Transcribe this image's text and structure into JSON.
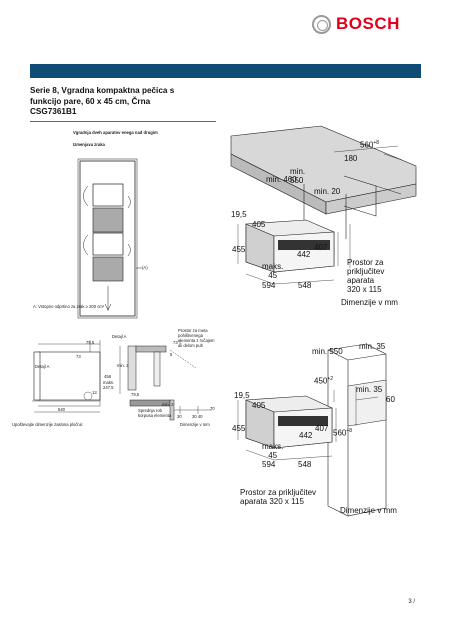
{
  "brand": {
    "name": "BOSCH"
  },
  "product": {
    "title_line1": "Serie 8, Vgradna kompaktna pečica s",
    "title_line2": "funkcijo pare, 60 x 45 cm, Črna",
    "model": "CSG7361B1"
  },
  "diagram_a": {
    "heading_line1": "Vgradnja dveh aparatov enega nad drugim",
    "heading_line2": "Izmenjava zraka",
    "marker": "(A)",
    "footnote": "A: Vstopno odprtino za zrak ≥ 200 cm²"
  },
  "diagram_b": {
    "d560": "560",
    "d560_sup": "+8",
    "d180": "180",
    "min460": "min. 460",
    "min550_line1": "min.",
    "min550_line2": "550",
    "min20": "min. 20",
    "d19_5": "19,5",
    "d405": "405",
    "d455": "455",
    "d442": "442",
    "d407": "407",
    "maks45_line1": "maks.",
    "maks45_line2": "45",
    "d594": "594",
    "d548": "548",
    "space_line1": "Prostor za",
    "space_line2": "priključitev",
    "space_line3": "aparata",
    "space_line4": "320 x 115",
    "units": "Dimenzije v mm"
  },
  "diagram_c": {
    "d79_5": "79,5",
    "d73": "73",
    "detail_a_left": "Detajl A",
    "detail_a_top": "Detajl A",
    "min3": "min. 3",
    "d458": "458",
    "maks247_line1": "maks.",
    "maks247_line2": "247,5",
    "d13": "13",
    "d540": "540",
    "d79_5b": "79,5",
    "min2": "min. 2",
    "d5": "5",
    "d30": "30",
    "d70": "70",
    "d73b": "73",
    "d30_40": "30 40",
    "side_note_line1": "Prostor za meta",
    "side_note_line2": "pohištvenega",
    "side_note_line3": "elementa z ročajem",
    "side_note_line4": "ali delom pult",
    "clearance_line1": "Sprednja rob",
    "clearance_line2": "korpusa elementa",
    "caption": "Upoštevajte dimenzije zaslona pločnic",
    "units": "Dimenzije v mm"
  },
  "diagram_d": {
    "min550": "min. 550",
    "min35_top": "min. 35",
    "d450": "450",
    "d450_sup": "+2",
    "min35_mid": "min. 35",
    "d60": "60",
    "d19_5": "19,5",
    "d405": "405",
    "d455": "455",
    "d442": "442",
    "d407": "407",
    "d560": "560",
    "d560_sup": "+8",
    "maks45_line1": "maks.",
    "maks45_line2": "45",
    "d594": "594",
    "d548": "548",
    "space_line1": "Prostor za priključitev",
    "space_line2": "aparata 320 x 115",
    "units": "Dimenzije v mm"
  },
  "footer": {
    "page": "3 /"
  }
}
